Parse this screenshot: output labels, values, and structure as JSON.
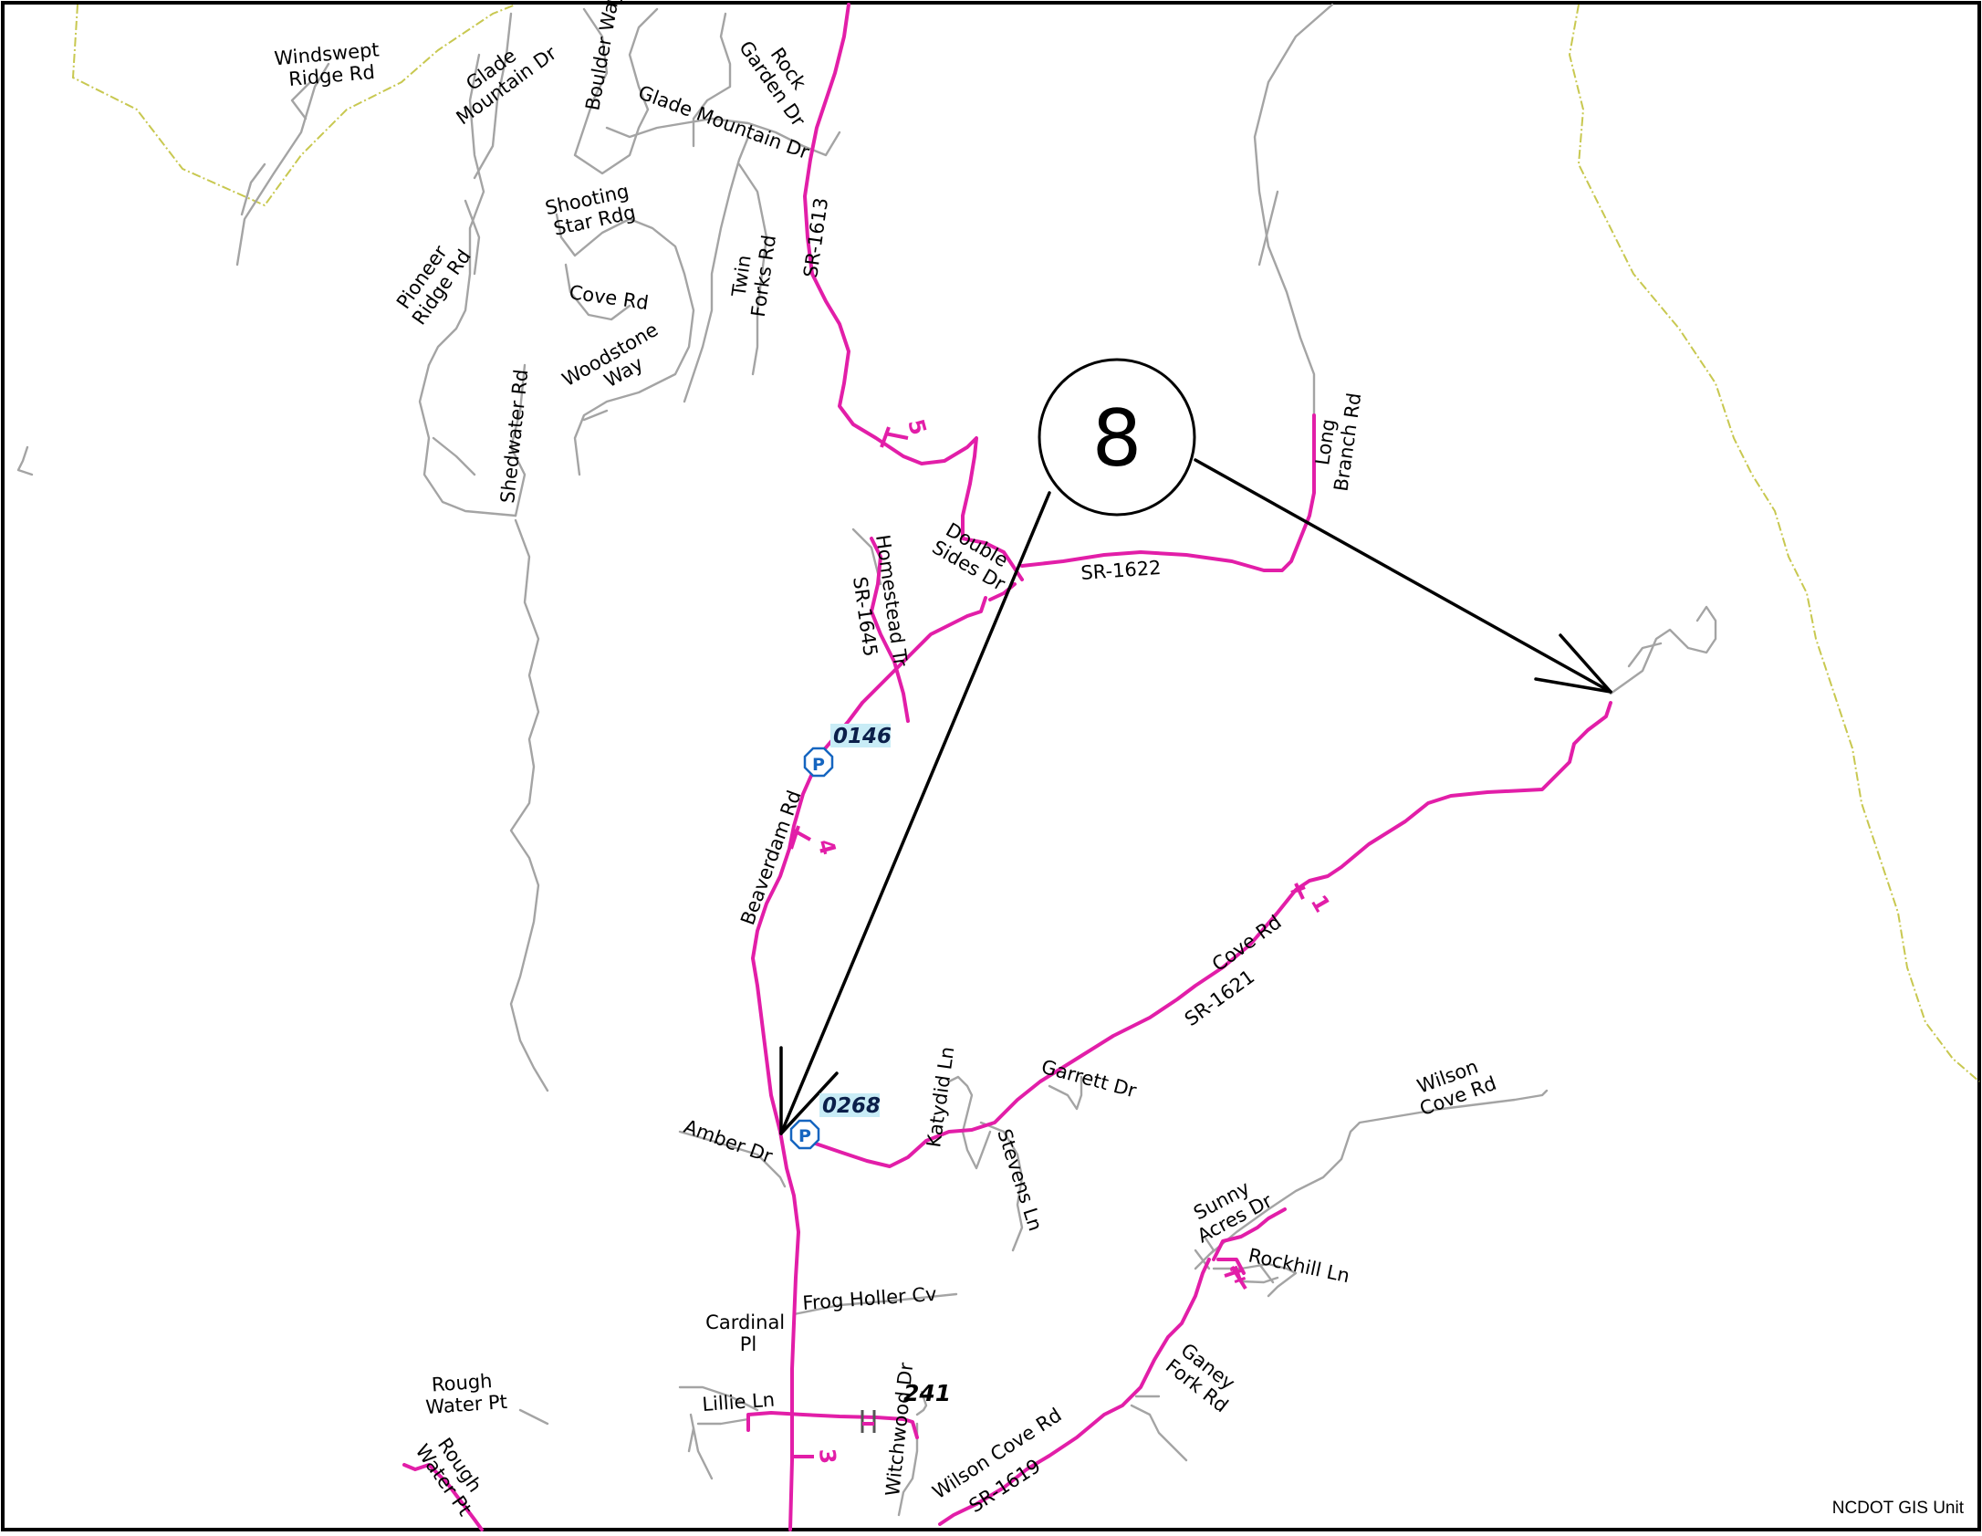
{
  "map": {
    "credit": "NCDOT GIS Unit",
    "callout": {
      "number": "8"
    },
    "roads": {
      "windswept": [
        "Windswept",
        "Ridge Rd"
      ],
      "glade_mountain_1": [
        "Glade",
        "Mountain Dr"
      ],
      "boulder_way": "Boulder Way",
      "glade_mountain_2": "Glade Mountain Dr",
      "rock_garden": [
        "Rock",
        "Garden Dr"
      ],
      "sr1613": "SR-1613",
      "shooting_star": [
        "Shooting",
        "Star Rdg"
      ],
      "pioneer_ridge": [
        "Pioneer",
        "Ridge Rd"
      ],
      "twin_forks": [
        "Twin",
        "Forks Rd"
      ],
      "cove_rd_north": "Cove Rd",
      "woodstone": [
        "Woodstone",
        "Way"
      ],
      "shedwater": "Shedwater Rd",
      "long_branch": [
        "Long",
        "Branch Rd"
      ],
      "homestead": "Homestead Tr",
      "sr1645": "SR-1645",
      "double_sides": [
        "Double",
        "Sides Dr"
      ],
      "sr1622": "SR-1622",
      "beaverdam": "Beaverdam Rd",
      "cove_rd": "Cove Rd",
      "sr1621": "SR-1621",
      "katydid": "Katydid Ln",
      "garrett": "Garrett Dr",
      "wilson_cove_ne": [
        "Wilson",
        "Cove Rd"
      ],
      "amber": "Amber Dr",
      "stevens": "Stevens Ln",
      "sunny_acres": [
        "Sunny",
        "Acres Dr"
      ],
      "rockhill": "Rockhill Ln",
      "frog_holler": "Frog Holler Cv",
      "cardinal": [
        "Cardinal",
        "Pl"
      ],
      "rough_water_1": [
        "Rough",
        "Water Pt"
      ],
      "rough_water_2": [
        "Rough",
        "Water Pt"
      ],
      "ganey_fork": [
        "Ganey",
        "Fork Rd"
      ],
      "lillie": "Lillie Ln",
      "witchwood": "Witchwood Dr",
      "wilson_cove_sw": "Wilson Cove Rd",
      "sr1619": "SR-1619"
    },
    "mileposts": [
      "5",
      "4",
      "3",
      "1",
      "1"
    ],
    "points": [
      {
        "symbol": "P",
        "code": "0146"
      },
      {
        "symbol": "P",
        "code": "0268"
      }
    ],
    "bridge_label": "241",
    "colors": {
      "state_road": "#e21ea8",
      "local_road": "#a4a4a4",
      "boundary": "#c8c850",
      "point_symbol": "#1565c0"
    }
  }
}
